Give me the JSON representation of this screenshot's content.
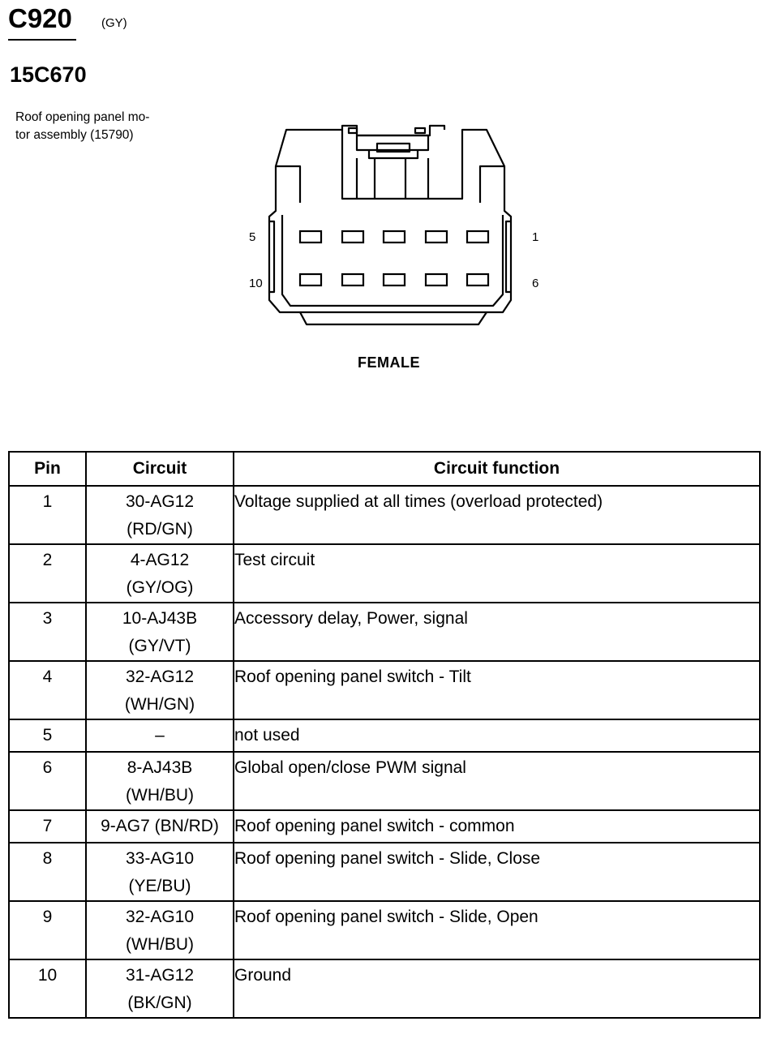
{
  "connector": {
    "id": "C920",
    "color": "(GY)",
    "part_number": "15C670",
    "component_line1": "Roof opening panel mo-",
    "component_line2": "tor assembly (15790)",
    "pin_labels": {
      "top_left": "5",
      "top_right": "1",
      "bottom_left": "10",
      "bottom_right": "6"
    },
    "gender": "FEMALE"
  },
  "table": {
    "headers": {
      "pin": "Pin",
      "circuit": "Circuit",
      "function": "Circuit function"
    },
    "rows": [
      {
        "pin": "1",
        "circuit_line1": "30-AG12",
        "circuit_line2": "(RD/GN)",
        "function": "Voltage supplied at all times (overload protected)"
      },
      {
        "pin": "2",
        "circuit_line1": "4-AG12",
        "circuit_line2": "(GY/OG)",
        "function": "Test circuit"
      },
      {
        "pin": "3",
        "circuit_line1": "10-AJ43B",
        "circuit_line2": "(GY/VT)",
        "function": "Accessory delay, Power, signal"
      },
      {
        "pin": "4",
        "circuit_line1": "32-AG12",
        "circuit_line2": "(WH/GN)",
        "function": "Roof opening panel switch  - Tilt"
      },
      {
        "pin": "5",
        "circuit_line1": "–",
        "circuit_line2": "",
        "function": "not used"
      },
      {
        "pin": "6",
        "circuit_line1": "8-AJ43B",
        "circuit_line2": "(WH/BU)",
        "function": "Global open/close PWM signal"
      },
      {
        "pin": "7",
        "circuit_line1": "9-AG7 (BN/RD)",
        "circuit_line2": "",
        "function": "Roof opening panel switch  - common"
      },
      {
        "pin": "8",
        "circuit_line1": "33-AG10",
        "circuit_line2": "(YE/BU)",
        "function": "Roof opening panel switch  - Slide, Close"
      },
      {
        "pin": "9",
        "circuit_line1": "32-AG10",
        "circuit_line2": "(WH/BU)",
        "function": "Roof opening panel switch  - Slide, Open"
      },
      {
        "pin": "10",
        "circuit_line1": "31-AG12",
        "circuit_line2": "(BK/GN)",
        "function": "Ground"
      }
    ]
  }
}
